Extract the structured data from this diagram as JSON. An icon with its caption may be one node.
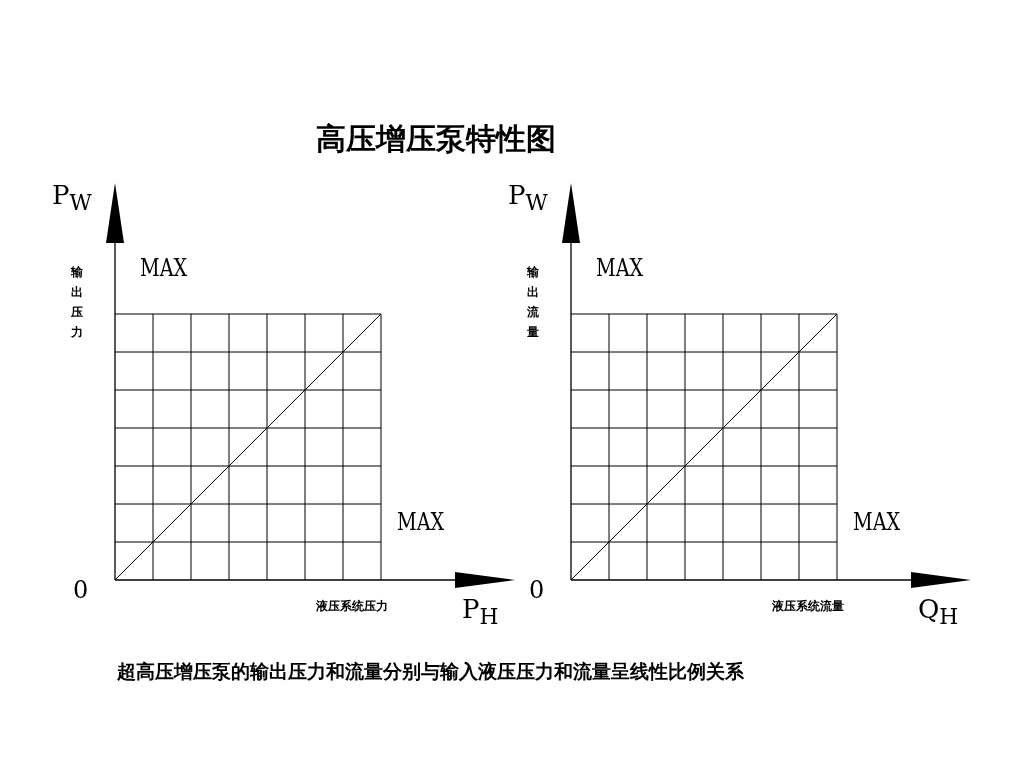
{
  "diagram": {
    "title": "高压增压泵特性图",
    "caption": "超高压增压泵的输出压力和流量分别与输入液压压力和流量呈线性比例关系",
    "labels": [
      "P$_{W}$",
      "输出压力",
      "MAX",
      "MAX",
      "0",
      "液压系统压力",
      "P$_{H}$",
      "P$_{W}$",
      "输出流量",
      "MAX",
      "MAX",
      "0",
      "液压系统流量",
      "Q$_{H}$"
    ]
  }
}
